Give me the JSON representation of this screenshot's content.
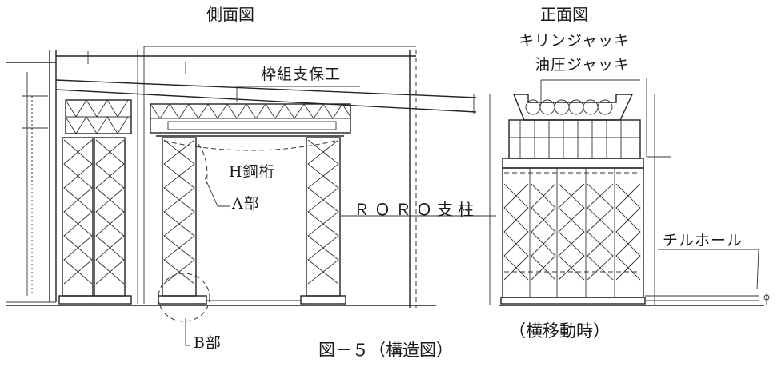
{
  "titles": {
    "side_view": "側面図",
    "front_view": "正面図"
  },
  "callouts": {
    "frame_shoring": "枠組支保工",
    "h_steel_girder": "H鋼桁",
    "part_a": "A部",
    "part_b": "B部",
    "roro_column": "ＲＯＲＯ支柱",
    "kirin_jack": "キリンジャッキ",
    "hydraulic_jack": "油圧ジャッキ",
    "tilt_hole": "チルホール"
  },
  "captions": {
    "front_subcaption": "（横移動時）",
    "figure_caption": "図－５（構造図）"
  }
}
